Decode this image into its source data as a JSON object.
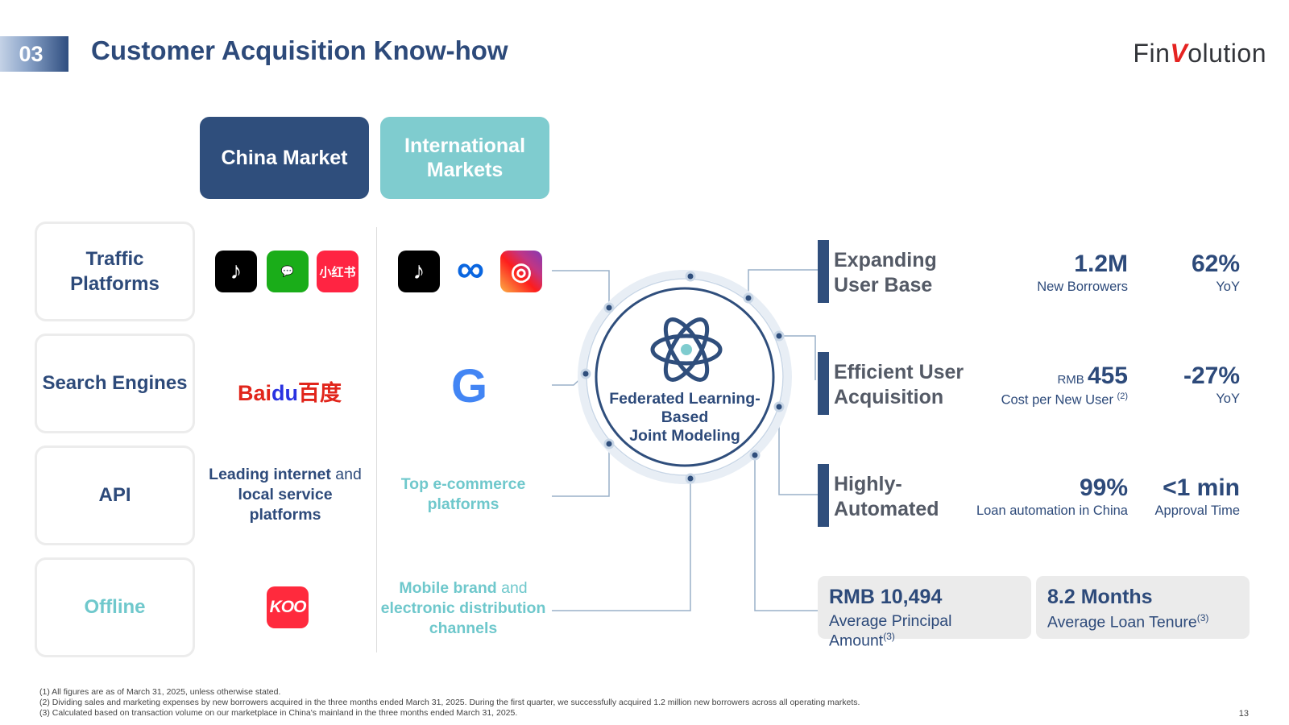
{
  "header": {
    "section_number": "03",
    "title": "Customer Acquisition Know-how",
    "logo_text_left": "Fin",
    "logo_text_v": "V",
    "logo_text_right": "olution"
  },
  "markets": {
    "china": "China Market",
    "international": "International Markets"
  },
  "rows": {
    "traffic": "Traffic Platforms",
    "search": "Search Engines",
    "api": "API",
    "offline": "Offline"
  },
  "icons": {
    "tiktok": "♪",
    "wechat": "💬",
    "xhs": "小红书",
    "meta": "∞",
    "instagram": "◎",
    "baidu_left": "Bai",
    "baidu_mid": "du",
    "baidu_right": "百度",
    "google": "G",
    "koo": "KOO"
  },
  "china_api": {
    "bold1": "Leading internet",
    "light1": " and",
    "bold2": "local service platforms"
  },
  "intl_api": {
    "text": "Top e-commerce platforms"
  },
  "intl_offline": {
    "bold1": "Mobile brand",
    "light1": " and",
    "bold2": "electronic distribution channels"
  },
  "center": {
    "line1": "Federated Learning-",
    "line2": "Based",
    "line3": "Joint Modeling"
  },
  "metrics": [
    {
      "title_line1": "Expanding",
      "title_line2": "User Base",
      "value1_prefix": "",
      "value1": "1.2M",
      "label1": "New Borrowers",
      "value2": "62%",
      "label2": "YoY"
    },
    {
      "title_line1": "Efficient User",
      "title_line2": "Acquisition",
      "value1_prefix": "RMB ",
      "value1": "455",
      "label1": "Cost per New User ",
      "label1_sup": "(2)",
      "value2": "-27%",
      "label2": "YoY"
    },
    {
      "title_line1": "Highly-",
      "title_line2": "Automated",
      "value1_prefix": "",
      "value1": "99%",
      "label1": "Loan automation in China",
      "value2": "<1 min",
      "label2": "Approval Time"
    }
  ],
  "stats": [
    {
      "value": "RMB 10,494",
      "label": "Average Principal Amount",
      "sup": "(3)"
    },
    {
      "value": "8.2 Months",
      "label": "Average Loan Tenure",
      "sup": "(3)"
    }
  ],
  "footnotes": [
    "(1) All figures are as of March 31, 2025, unless otherwise stated.",
    "(2) Dividing sales and marketing expenses by new borrowers acquired in the three months ended March 31, 2025. During the first quarter, we successfully acquired 1.2 million new borrowers across all operating markets.",
    "(3) Calculated based on transaction volume on our marketplace in China's mainland in the three months ended March 31, 2025."
  ],
  "page_number": "13",
  "colors": {
    "navy": "#2f4e7c",
    "teal": "#7fcccf",
    "connector": "#9ab0c8"
  }
}
